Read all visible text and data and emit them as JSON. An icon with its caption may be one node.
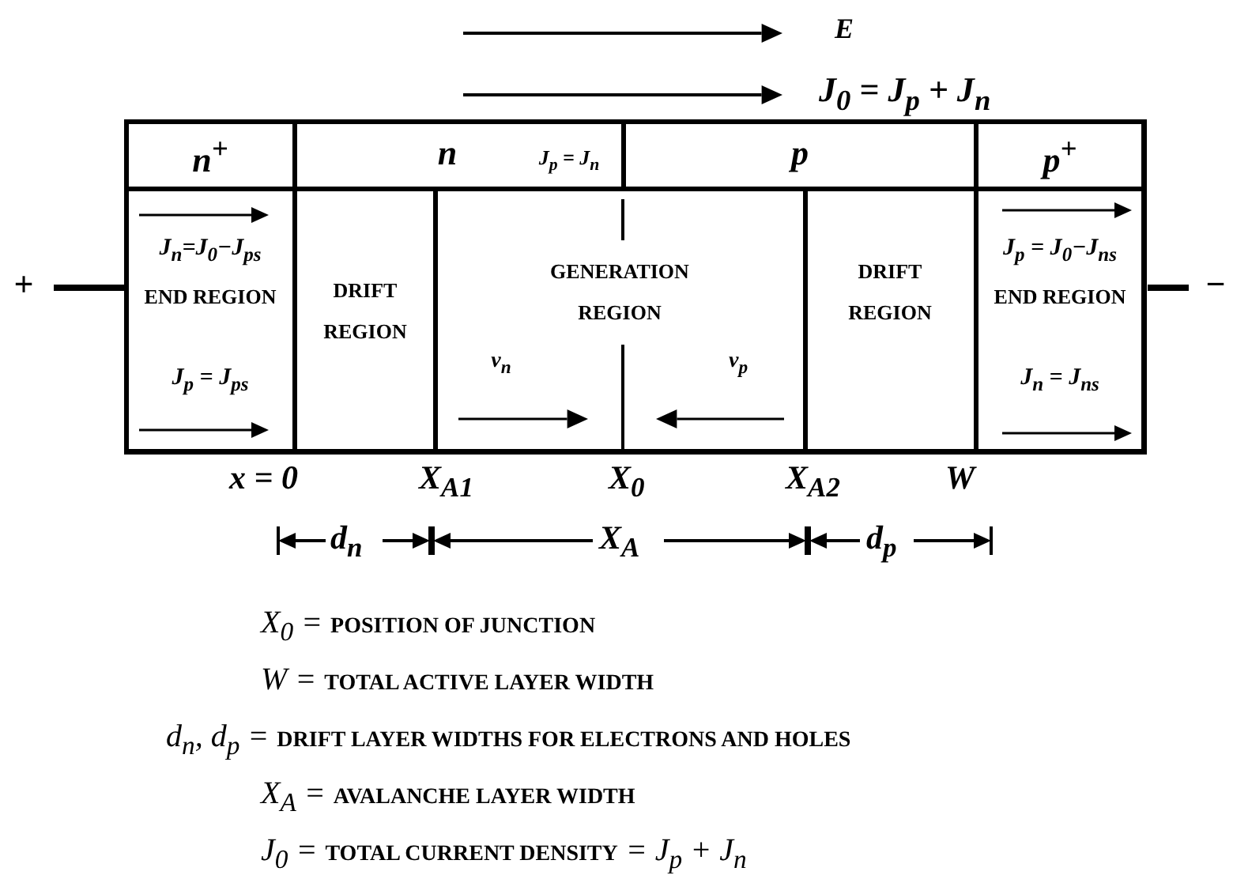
{
  "diagram": {
    "nodes": [
      {
        "text": [
          "n$^{+}$"
        ]
      },
      {
        "text": [
          "n",
          "J$_{p}$ = J$_{n}$"
        ]
      },
      {
        "text": [
          "p"
        ]
      },
      {
        "text": [
          "p$^{+}$"
        ]
      },
      {
        "text": [
          "J$_{n}$=J$_{0}$−J$_{ps}$",
          "END REGION",
          "J$_{p}$ = J$_{ps}$"
        ]
      },
      {
        "text": [
          "DRIFT REGION"
        ]
      },
      {
        "text": [
          "GENERATION REGION",
          "v$_{n}$",
          "v$_{p}$"
        ]
      },
      {
        "text": [
          "DRIFT REGION"
        ]
      },
      {
        "text": [
          "J$_{p}$ = J$_{0}$−J$_{ns}$",
          "END REGION",
          "J$_{n}$ = J$_{ns}$"
        ]
      },
      {
        "text": [
          "+"
        ]
      },
      {
        "text": [
          "−"
        ]
      }
    ],
    "edges": [
      {
        "from": 9,
        "to": 4,
        "arrow": "none"
      },
      {
        "from": 8,
        "to": 10,
        "arrow": "none"
      }
    ],
    "labels": [
      "E",
      "J$_{0}$ = J$_{p}$ + J$_{n}$",
      "x = 0",
      "X$_{A1}$",
      "X$_{0}$",
      "X$_{A2}$",
      "W",
      "d$_{n}$",
      "X$_{A}$",
      "d$_{p}$",
      "X$_{0}$ = **POSITION OF JUNCTION**",
      "W = **TOTAL ACTIVE LAYER WIDTH**",
      "d$_{n}$, d$_{p}$ = **DRIFT LAYER WIDTHS FOR ELECTRONS AND HOLES**",
      "X$_{A}$ = **AVALANCHE LAYER WIDTH**",
      "J$_{0}$ = **TOTAL CURRENT DENSITY** = J$_{p}$ + J$_{n}$"
    ]
  }
}
